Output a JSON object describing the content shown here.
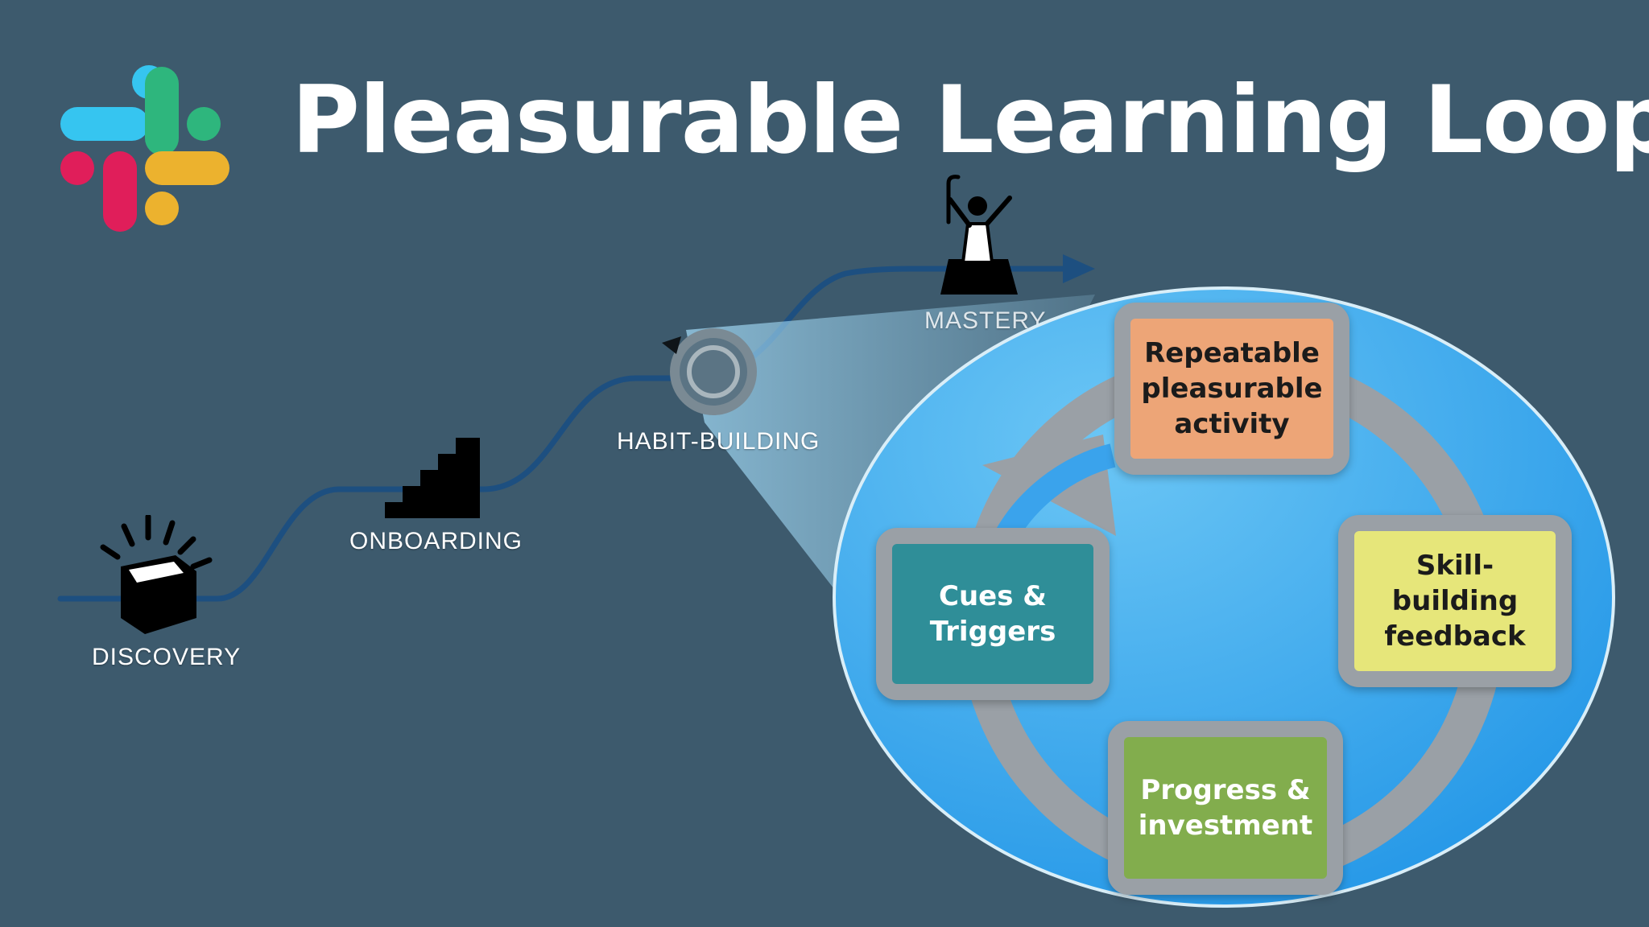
{
  "title": "Pleasurable Learning Loop",
  "logo": {
    "icon": "slack-logo-icon",
    "colors": [
      "#36c5f0",
      "#2eb67d",
      "#e01e5a",
      "#ecb22e"
    ]
  },
  "journey": {
    "stages": [
      {
        "label": "DISCOVERY",
        "icon": "open-box-icon"
      },
      {
        "label": "ONBOARDING",
        "icon": "staircase-icon"
      },
      {
        "label": "HABIT-BUILDING",
        "icon": "loop-icon"
      },
      {
        "label": "MASTERY",
        "icon": "summit-figure-icon"
      }
    ],
    "path_color": "#1d4f80"
  },
  "loop": {
    "steps": [
      {
        "label": "Repeatable\npleasurable\nactivity",
        "color": "#eda577",
        "text_color": "#1b1b1b"
      },
      {
        "label": "Skill-building\nfeedback",
        "color": "#e6e67a",
        "text_color": "#1b1b1b"
      },
      {
        "label": "Progress &\ninvestment",
        "color": "#82ad4d",
        "text_color": "#ffffff"
      },
      {
        "label": "Cues &\nTriggers",
        "color": "#2f8e98",
        "text_color": "#ffffff"
      }
    ],
    "ring_color": "#9aa0a6",
    "background_color": "#33a6ee"
  }
}
